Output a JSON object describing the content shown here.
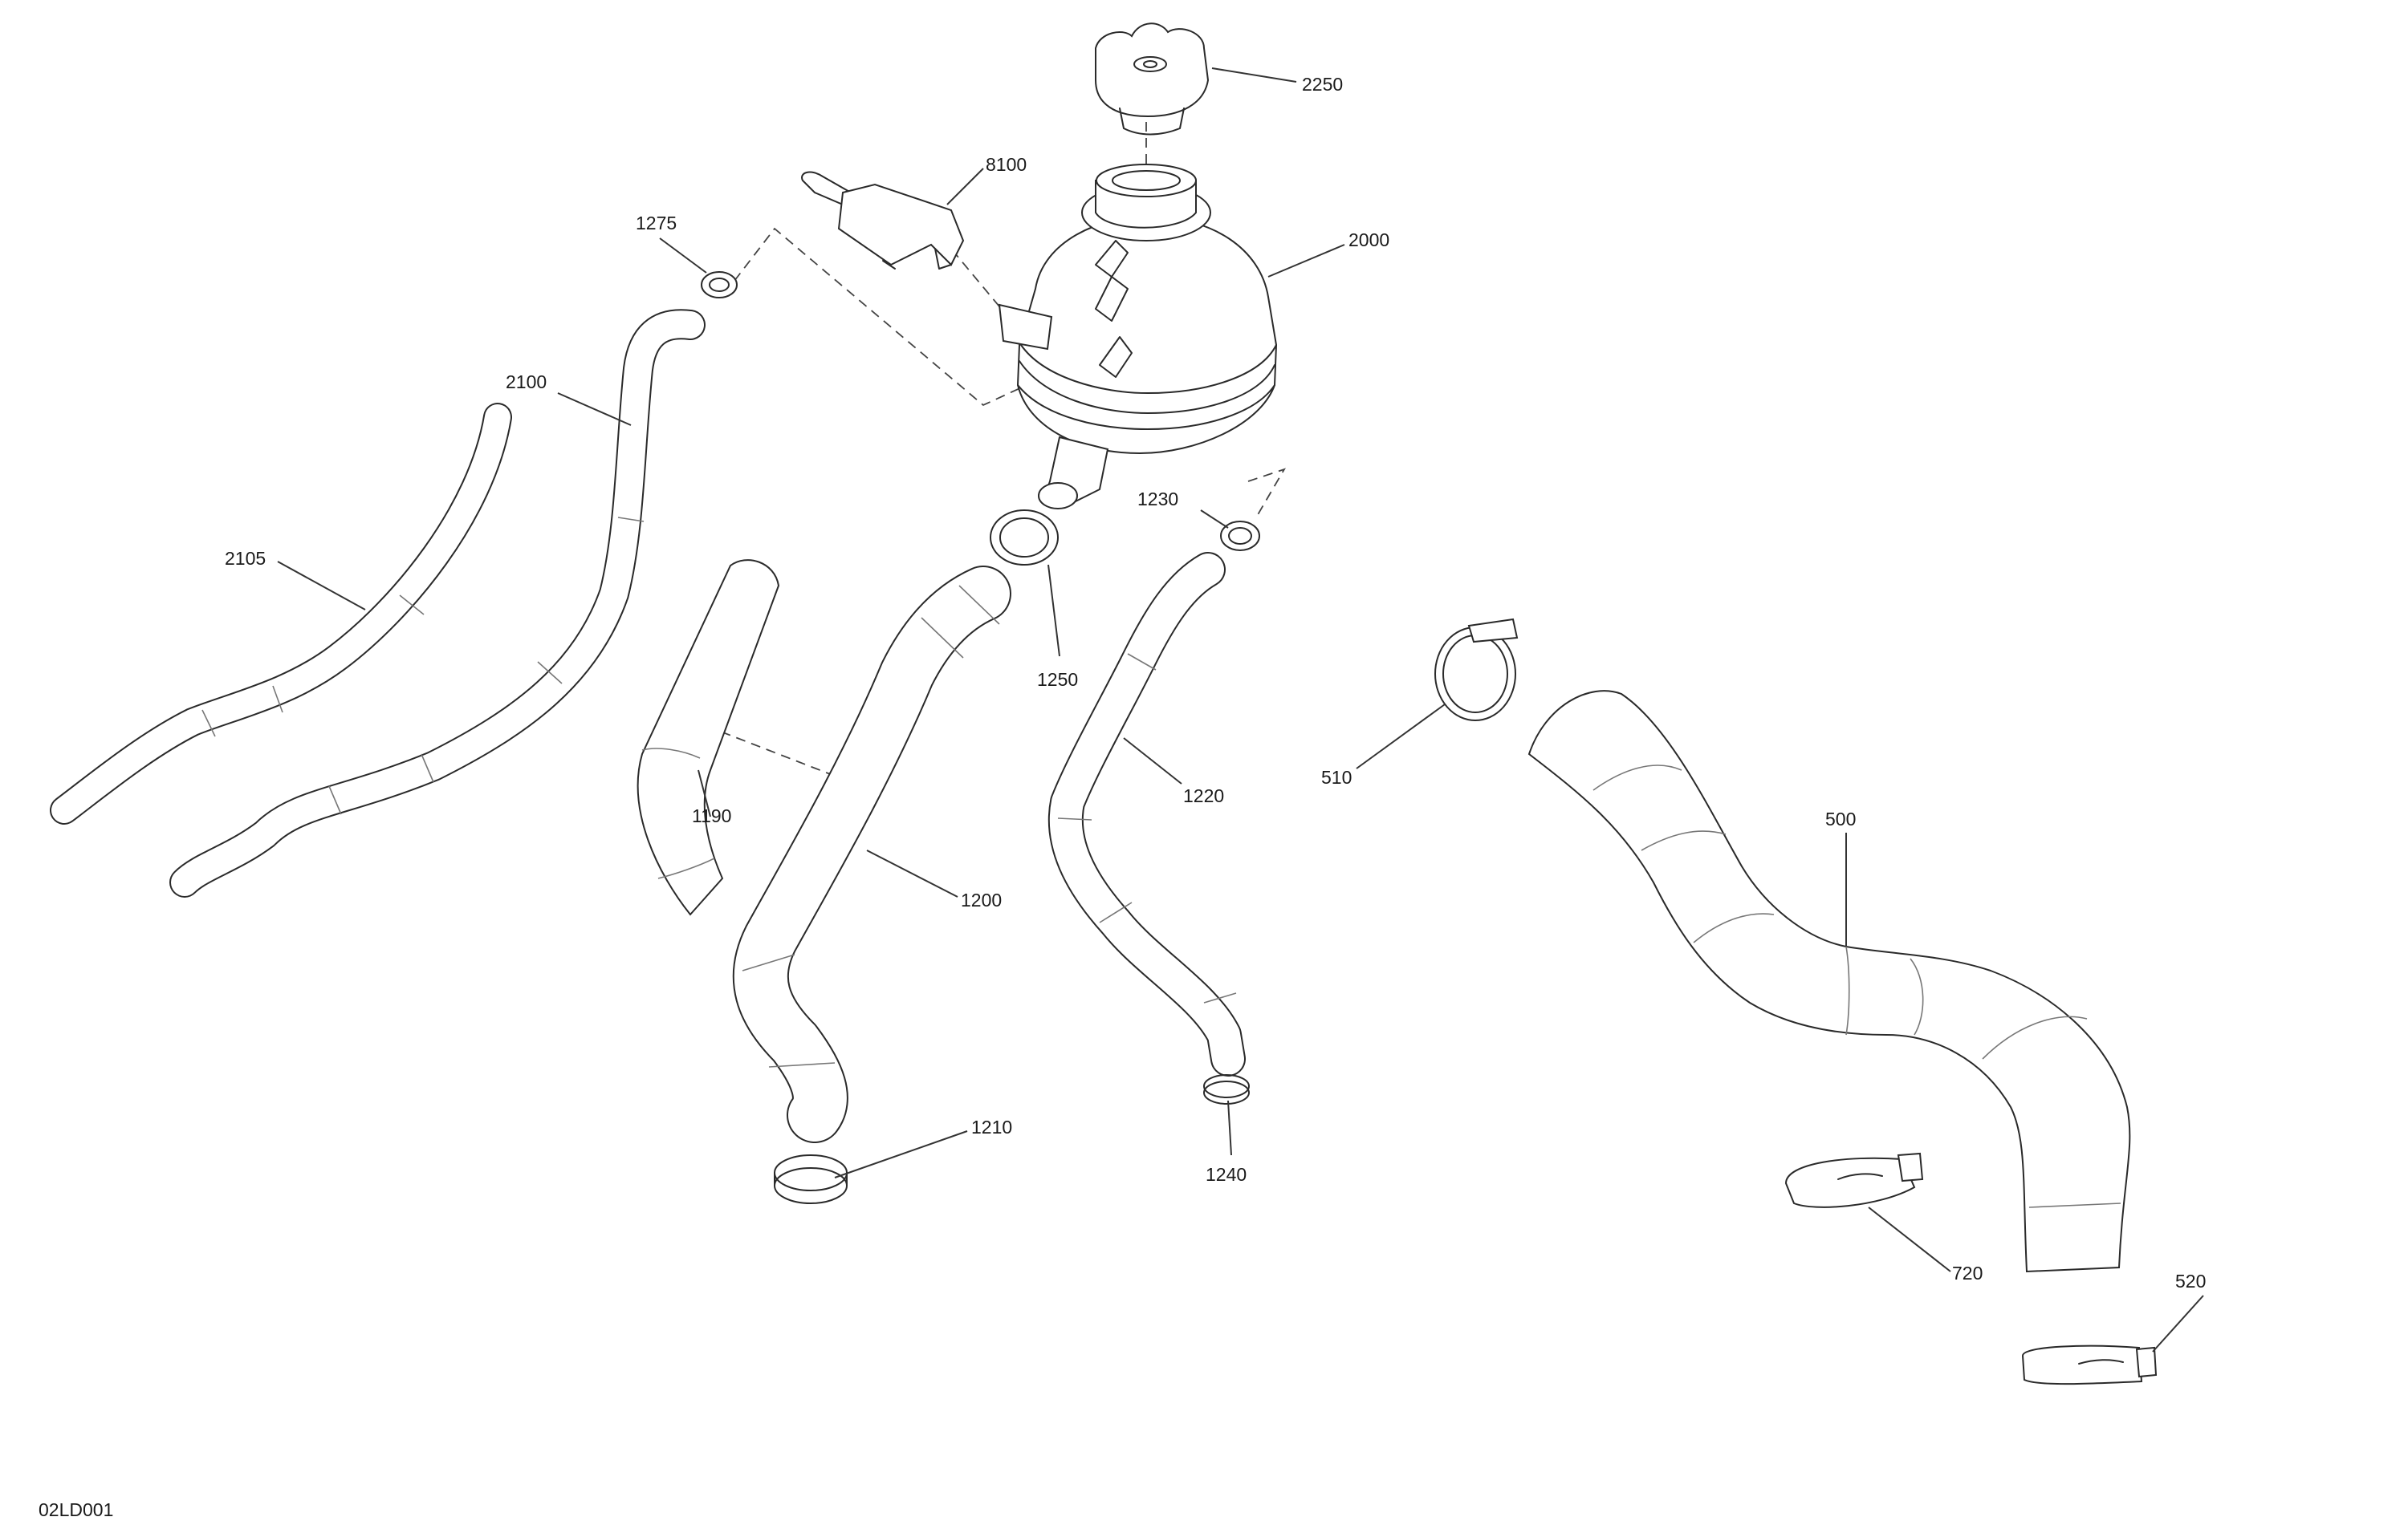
{
  "drawing_id": "02LD001",
  "callouts": [
    {
      "id": "2250",
      "label": "2250"
    },
    {
      "id": "8100",
      "label": "8100"
    },
    {
      "id": "1275",
      "label": "1275"
    },
    {
      "id": "2000",
      "label": "2000"
    },
    {
      "id": "2100",
      "label": "2100"
    },
    {
      "id": "2105",
      "label": "2105"
    },
    {
      "id": "1230",
      "label": "1230"
    },
    {
      "id": "1250",
      "label": "1250"
    },
    {
      "id": "1190",
      "label": "1190"
    },
    {
      "id": "1220",
      "label": "1220"
    },
    {
      "id": "510",
      "label": "510"
    },
    {
      "id": "500",
      "label": "500"
    },
    {
      "id": "1200",
      "label": "1200"
    },
    {
      "id": "1210",
      "label": "1210"
    },
    {
      "id": "1240",
      "label": "1240"
    },
    {
      "id": "720",
      "label": "720"
    },
    {
      "id": "520",
      "label": "520"
    }
  ]
}
